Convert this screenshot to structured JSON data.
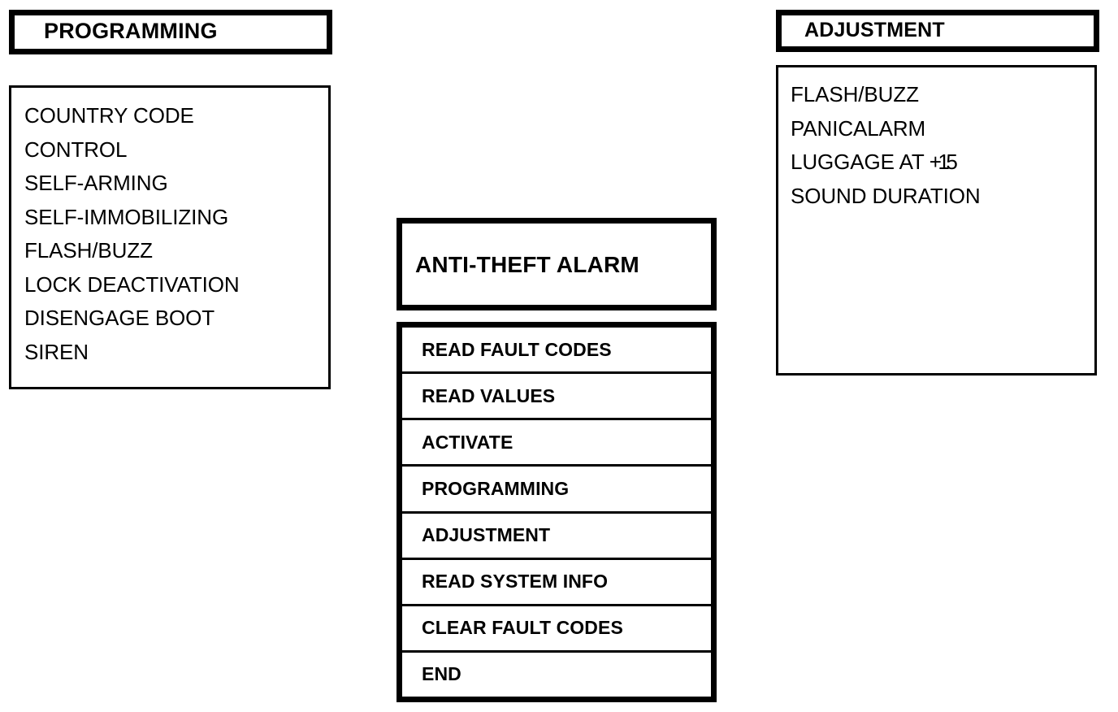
{
  "programming": {
    "header_label": "PROGRAMMING",
    "items": [
      "COUNTRY CODE",
      "CONTROL",
      "SELF-ARMING",
      "SELF-IMMOBILIZING",
      "FLASH/BUZZ",
      "LOCK DEACTIVATION",
      "DISENGAGE BOOT",
      "SIREN"
    ]
  },
  "alarm": {
    "header_label": "ANTI-THEFT ALARM",
    "menu_items": [
      "READ FAULT CODES",
      "READ VALUES",
      "ACTIVATE",
      "PROGRAMMING",
      "ADJUSTMENT",
      "READ SYSTEM INFO",
      "CLEAR FAULT CODES",
      "END"
    ]
  },
  "adjustment": {
    "header_label": "ADJUSTMENT",
    "items": [
      {
        "text": "FLASH/BUZZ"
      },
      {
        "text": "PANICALARM"
      },
      {
        "text": "LUGGAGE AT",
        "suffix": "+15"
      },
      {
        "text": "SOUND DURATION"
      }
    ]
  },
  "colors": {
    "ink": "#000000",
    "paper": "#ffffff"
  }
}
